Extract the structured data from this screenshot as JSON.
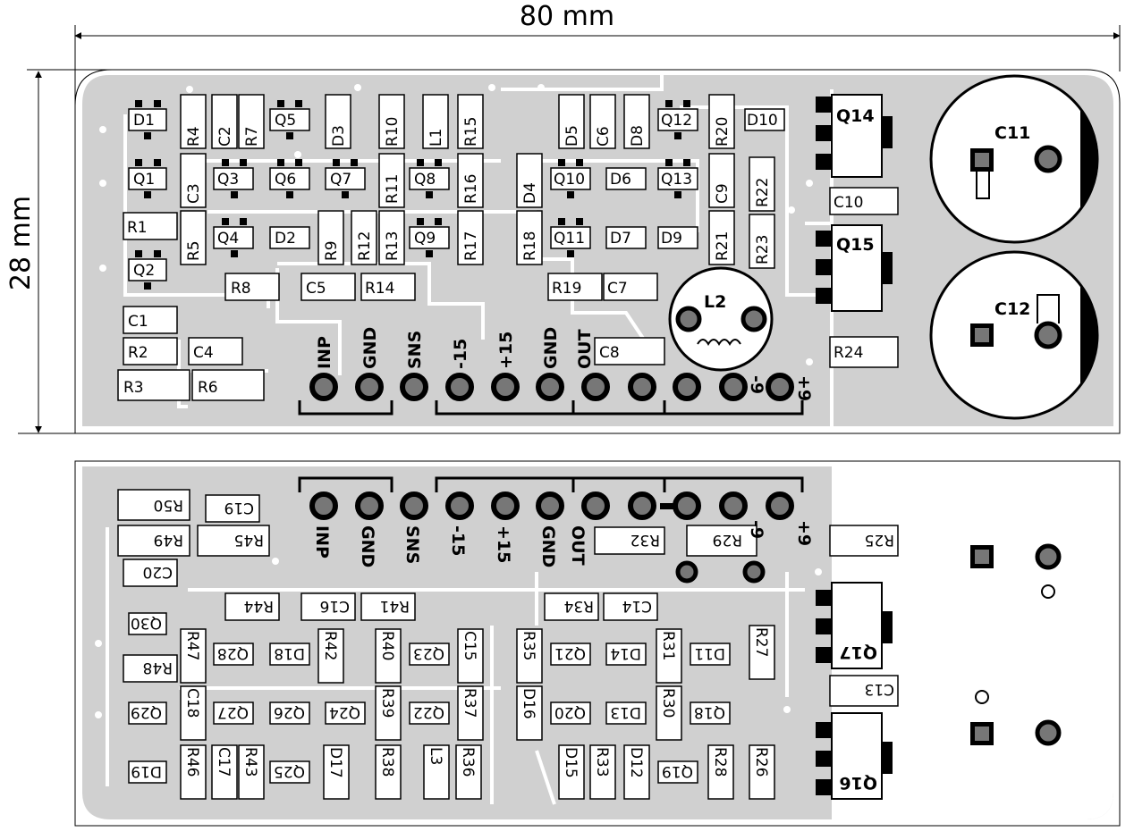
{
  "dimensions": {
    "width": "80 mm",
    "height": "28 mm"
  },
  "connector_labels": [
    "INP",
    "GND",
    "SNS",
    "-15",
    "+15",
    "GND",
    "OUT",
    "-9",
    "+9"
  ],
  "top_board": {
    "parts": [
      "D1",
      "R4",
      "C2",
      "R7",
      "Q5",
      "D3",
      "R10",
      "L1",
      "R15",
      "D5",
      "C6",
      "D8",
      "Q12",
      "R20",
      "D10",
      "Q14",
      "Q1",
      "C3",
      "Q3",
      "Q6",
      "Q7",
      "R11",
      "Q8",
      "R16",
      "D4",
      "Q10",
      "D6",
      "Q13",
      "C9",
      "R22",
      "C10",
      "R1",
      "R5",
      "Q4",
      "D2",
      "R9",
      "R12",
      "R13",
      "Q9",
      "R17",
      "R18",
      "Q11",
      "D7",
      "D9",
      "R21",
      "R23",
      "Q15",
      "Q2",
      "R8",
      "C5",
      "R14",
      "R19",
      "C7",
      "L2",
      "C1",
      "R2",
      "C4",
      "C8",
      "R24",
      "R3",
      "R6",
      "C11",
      "C12"
    ]
  },
  "bottom_board": {
    "parts": [
      "R50",
      "C19",
      "R49",
      "R45",
      "C20",
      "R32",
      "R29",
      "R25",
      "R44",
      "C16",
      "R41",
      "R34",
      "C14",
      "Q30",
      "R47",
      "Q28",
      "D18",
      "R42",
      "R40",
      "Q23",
      "C15",
      "R35",
      "Q21",
      "D14",
      "R31",
      "D11",
      "R27",
      "Q17",
      "R48",
      "Q29",
      "C18",
      "Q27",
      "Q26",
      "Q24",
      "R39",
      "Q22",
      "R37",
      "D16",
      "Q20",
      "D13",
      "R30",
      "Q18",
      "C13",
      "D19",
      "R46",
      "C17",
      "R43",
      "Q25",
      "D17",
      "R38",
      "L3",
      "R36",
      "D15",
      "R33",
      "D12",
      "Q19",
      "R28",
      "R26",
      "Q16"
    ]
  }
}
